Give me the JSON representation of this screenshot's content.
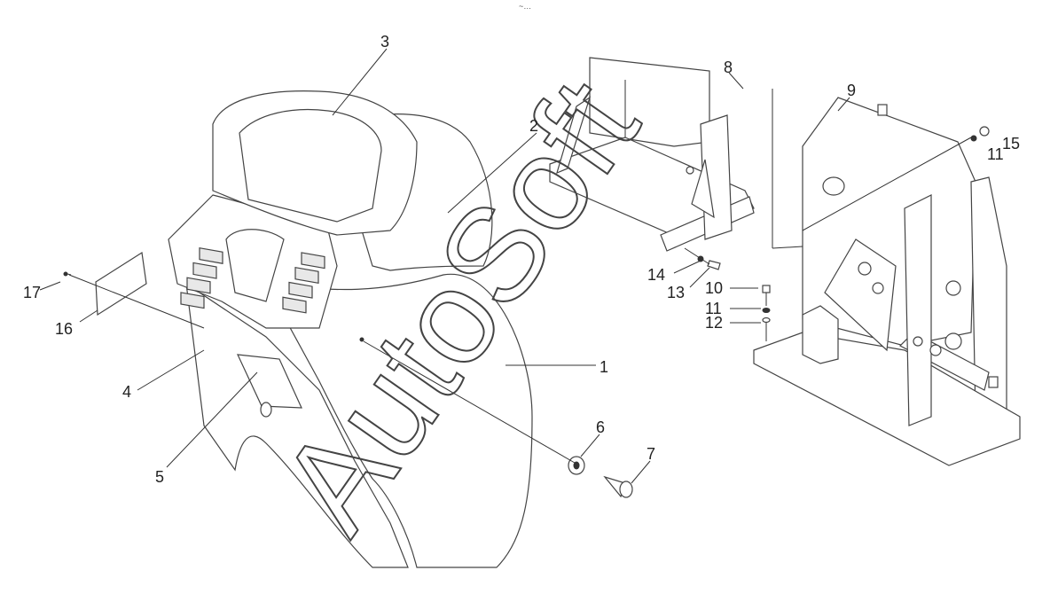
{
  "watermark": "AutoSoft",
  "header_mark": "~…",
  "callouts": [
    "1",
    "2",
    "3",
    "4",
    "5",
    "6",
    "7",
    "8",
    "9",
    "10",
    "11",
    "12",
    "13",
    "14",
    "15",
    "16",
    "17",
    "11"
  ],
  "colors": {
    "line": "#333333",
    "background": "#ffffff",
    "fill": "#e8e8e8"
  }
}
